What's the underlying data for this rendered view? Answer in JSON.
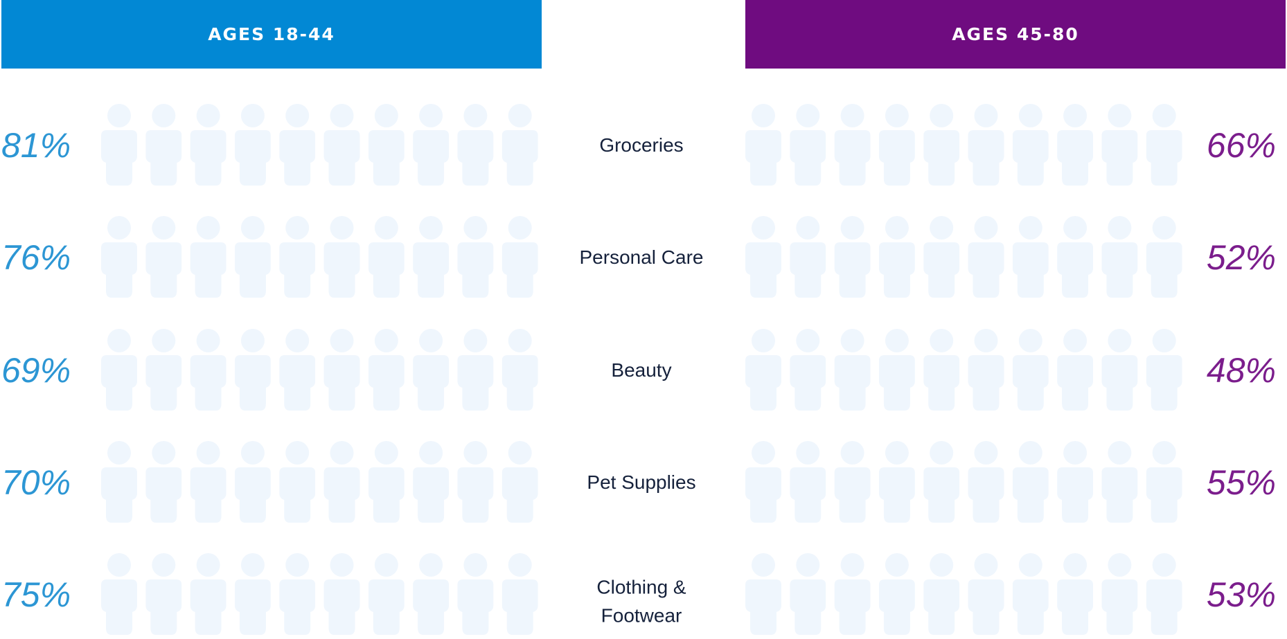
{
  "headers": {
    "left": "AGES 18-44",
    "right": "AGES 45-80"
  },
  "colors": {
    "left": "#0288d4",
    "right": "#6f0c80",
    "left_icon": "#0288d4",
    "right_icon": "#4e185c",
    "empty_icon": "#eff6fd",
    "left_text": "#2c96d4",
    "right_text": "#7b1d8c",
    "category_text": "#15213b"
  },
  "chart_data": {
    "type": "pictogram",
    "icons_per_row": 10,
    "categories": [
      "Groceries",
      "Personal Care",
      "Beauty",
      "Pet Supplies",
      "Clothing & Footwear"
    ],
    "category_lines": [
      [
        "Groceries"
      ],
      [
        "Personal Care"
      ],
      [
        "Beauty"
      ],
      [
        "Pet Supplies"
      ],
      [
        "Clothing &",
        "Footwear"
      ]
    ],
    "series": [
      {
        "name": "AGES 18-44",
        "values": [
          81,
          76,
          69,
          70,
          75
        ],
        "labels": [
          "81%",
          "76%",
          "69%",
          "70%",
          "75%"
        ]
      },
      {
        "name": "AGES 45-80",
        "values": [
          66,
          52,
          48,
          55,
          53
        ],
        "labels": [
          "66%",
          "52%",
          "48%",
          "55%",
          "53%"
        ]
      }
    ]
  }
}
